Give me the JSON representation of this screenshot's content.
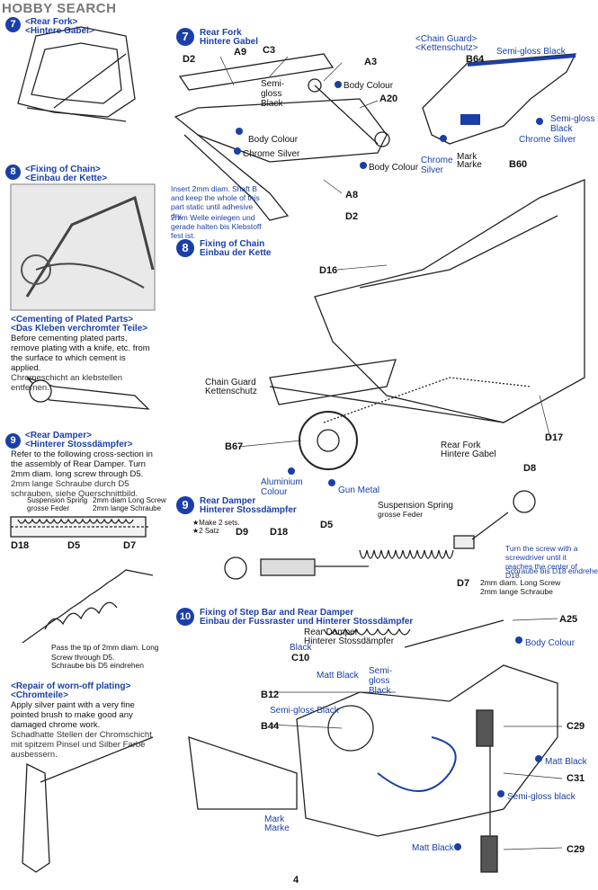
{
  "brand": {
    "logo_text": "HOBBY SEARCH"
  },
  "left_column": {
    "step7": {
      "num": "7",
      "title_en": "<Rear Fork>",
      "title_de": "<Hintere Gabel>"
    },
    "step8": {
      "num": "8",
      "title_en": "<Fixing of Chain>",
      "title_de": "<Einbau der Kette>"
    },
    "cementing": {
      "title_en": "<Cementing of Plated Parts>",
      "title_de": "<Das Kleben verchromter Teile>",
      "text_en": "Before cementing plated parts, remove plating with a knife, etc. from the surface to which cement is applied.",
      "text_de": "Chromeschicht an klebstellen entfernen."
    },
    "step9": {
      "num": "9",
      "title_en": "<Rear Damper>",
      "title_de": "<Hinterer Stossdämpfer>",
      "text_en": "Refer to the following cross-section in the assembly of Rear Damper. Turn 2mm diam. long screw through D5.",
      "text_de": "2mm lange Schraube durch D5 schrauben, siehe Querschnittbild.",
      "spring_label": "Suspension Spring",
      "spring_label_de": "grosse Feder",
      "screw_label": "2mm diam Long Screw",
      "screw_label_de": "2mm lange Schraube",
      "parts": [
        "D18",
        "D5",
        "D7"
      ],
      "tip_en": "Pass the tip of 2mm diam. Long Screw through D5.",
      "tip_de": "Schraube bis D5 eindrehen"
    },
    "repair": {
      "title_en": "<Repair of worn-off plating>",
      "title_de": "<Chromteile>",
      "text_en": "Apply silver paint with a very fine pointed brush to make good any damaged chrome work.",
      "text_de": "Schadhatte Stellen der Chromschicht mit spitzem Pinsel und Silber Farbe ausbessern."
    }
  },
  "step7": {
    "num": "7",
    "title_en": "Rear Fork",
    "title_de": "Hintere Gabel",
    "parts": {
      "d2a": "D2",
      "a9": "A9",
      "c3": "C3",
      "a3": "A3",
      "a20": "A20",
      "a8": "A8",
      "d2b": "D2"
    },
    "colors": {
      "semigloss": "Semi-gloss Black",
      "body1": "Body Colour",
      "body2": "Body Colour",
      "body3": "Body Colour",
      "chrome": "Chrome Silver"
    },
    "note_en": "Insert 2mm diam. Shaft B and keep the whole of this part static until adhesive dry.",
    "note_de": "2mm Welle einlegen und gerade halten bis Klebstoff fest ist."
  },
  "chain_guard": {
    "title_en": "<Chain Guard>",
    "title_de": "<Kettenschutz>",
    "parts": {
      "b64": "B64",
      "b60": "B60"
    },
    "colors": {
      "semigloss1": "Semi-gloss Black",
      "semigloss2": "Semi-gloss Black",
      "chrome1": "Chrome Silver",
      "chrome2": "Chrome Silver"
    },
    "mark": "Mark",
    "mark_de": "Marke"
  },
  "step8": {
    "num": "8",
    "title_en": "Fixing of Chain",
    "title_de": "Einbau der Kette",
    "parts": {
      "d16": "D16",
      "b67": "B67",
      "d17": "D17"
    },
    "labels": {
      "guard": "Chain Guard",
      "guard_de": "Kettenschutz",
      "fork": "Rear Fork",
      "fork_de": "Hintere Gabel",
      "alu": "Aluminium Colour",
      "gun": "Gun Metal"
    }
  },
  "step9": {
    "num": "9",
    "title_en": "Rear Damper",
    "title_de": "Hinterer Stossdämpfer",
    "make_en": "★Make 2 sets.",
    "make_de": "★2 Satz",
    "parts": {
      "d8": "D8",
      "d9": "D9",
      "d18": "D18",
      "d5": "D5",
      "d7": "D7"
    },
    "spring": "Suspension Spring",
    "spring_de": "grosse Feder",
    "turn_en": "Turn the screw with a screwdriver until it reaches the center of D18.",
    "turn_de": "Schraube bis D18 eindrehen",
    "screw": "2mm diam. Long Screw",
    "screw_de": "2mm lange Schraube"
  },
  "step10": {
    "num": "10",
    "title_en": "Fixing of Step Bar and Rear Damper",
    "title_de": "Einbau der Fussraster und Hinterer Stossdämpfer",
    "parts": {
      "a25": "A25",
      "c10": "C10",
      "b12": "B12",
      "b44": "B44",
      "c29a": "C29",
      "c31": "C31",
      "c29b": "C29"
    },
    "labels": {
      "damper": "Rear Damper",
      "damper_de": "Hinterer Stossdämpfer",
      "black": "Black",
      "matt1": "Matt Black",
      "semigloss1": "Semi-gloss Black",
      "semigloss2": "Semi-gloss Black",
      "body": "Body Colour",
      "matt2": "Matt Black",
      "semigloss3": "Semi-gloss black",
      "matt3": "Matt Black",
      "mark": "Mark",
      "mark_de": "Marke"
    }
  },
  "page_number": "4",
  "accent_color": "#1a3fa8"
}
